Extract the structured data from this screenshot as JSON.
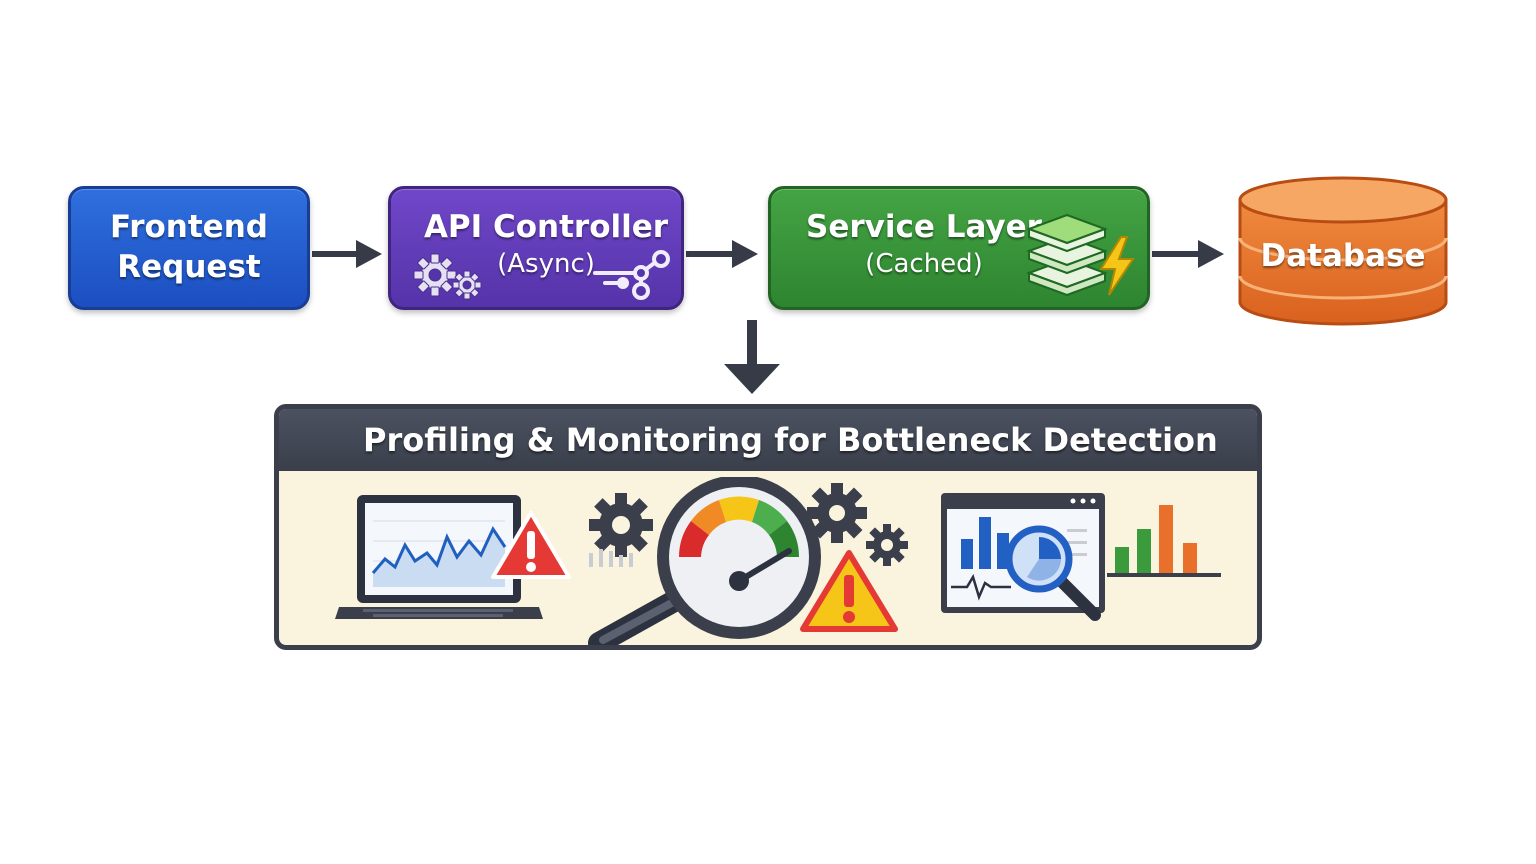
{
  "nodes": {
    "frontend": {
      "line1": "Frontend",
      "line2": "Request"
    },
    "api": {
      "line1": "API Controller",
      "line2": "(Async)"
    },
    "service": {
      "line1": "Service Layer",
      "line2": "(Cached)"
    },
    "database": {
      "label": "Database"
    }
  },
  "panel": {
    "title": "Profiling & Monitoring for Bottleneck Detection"
  },
  "icons": [
    "gears-icon",
    "workflow-icon",
    "cache-stack-icon",
    "lightning-icon",
    "database-icon",
    "laptop-chart-icon",
    "warning-icon",
    "gauge-magnifier-icon",
    "dashboard-analytics-icon",
    "bar-chart-icon"
  ],
  "colors": {
    "frontend": "#2563d6",
    "api": "#6341bf",
    "service": "#3b9a3c",
    "database": "#e8702a",
    "panel_header": "#3a3f4b",
    "panel_body": "#faf4df",
    "warning": "#e53935",
    "arrow": "#363b47"
  }
}
